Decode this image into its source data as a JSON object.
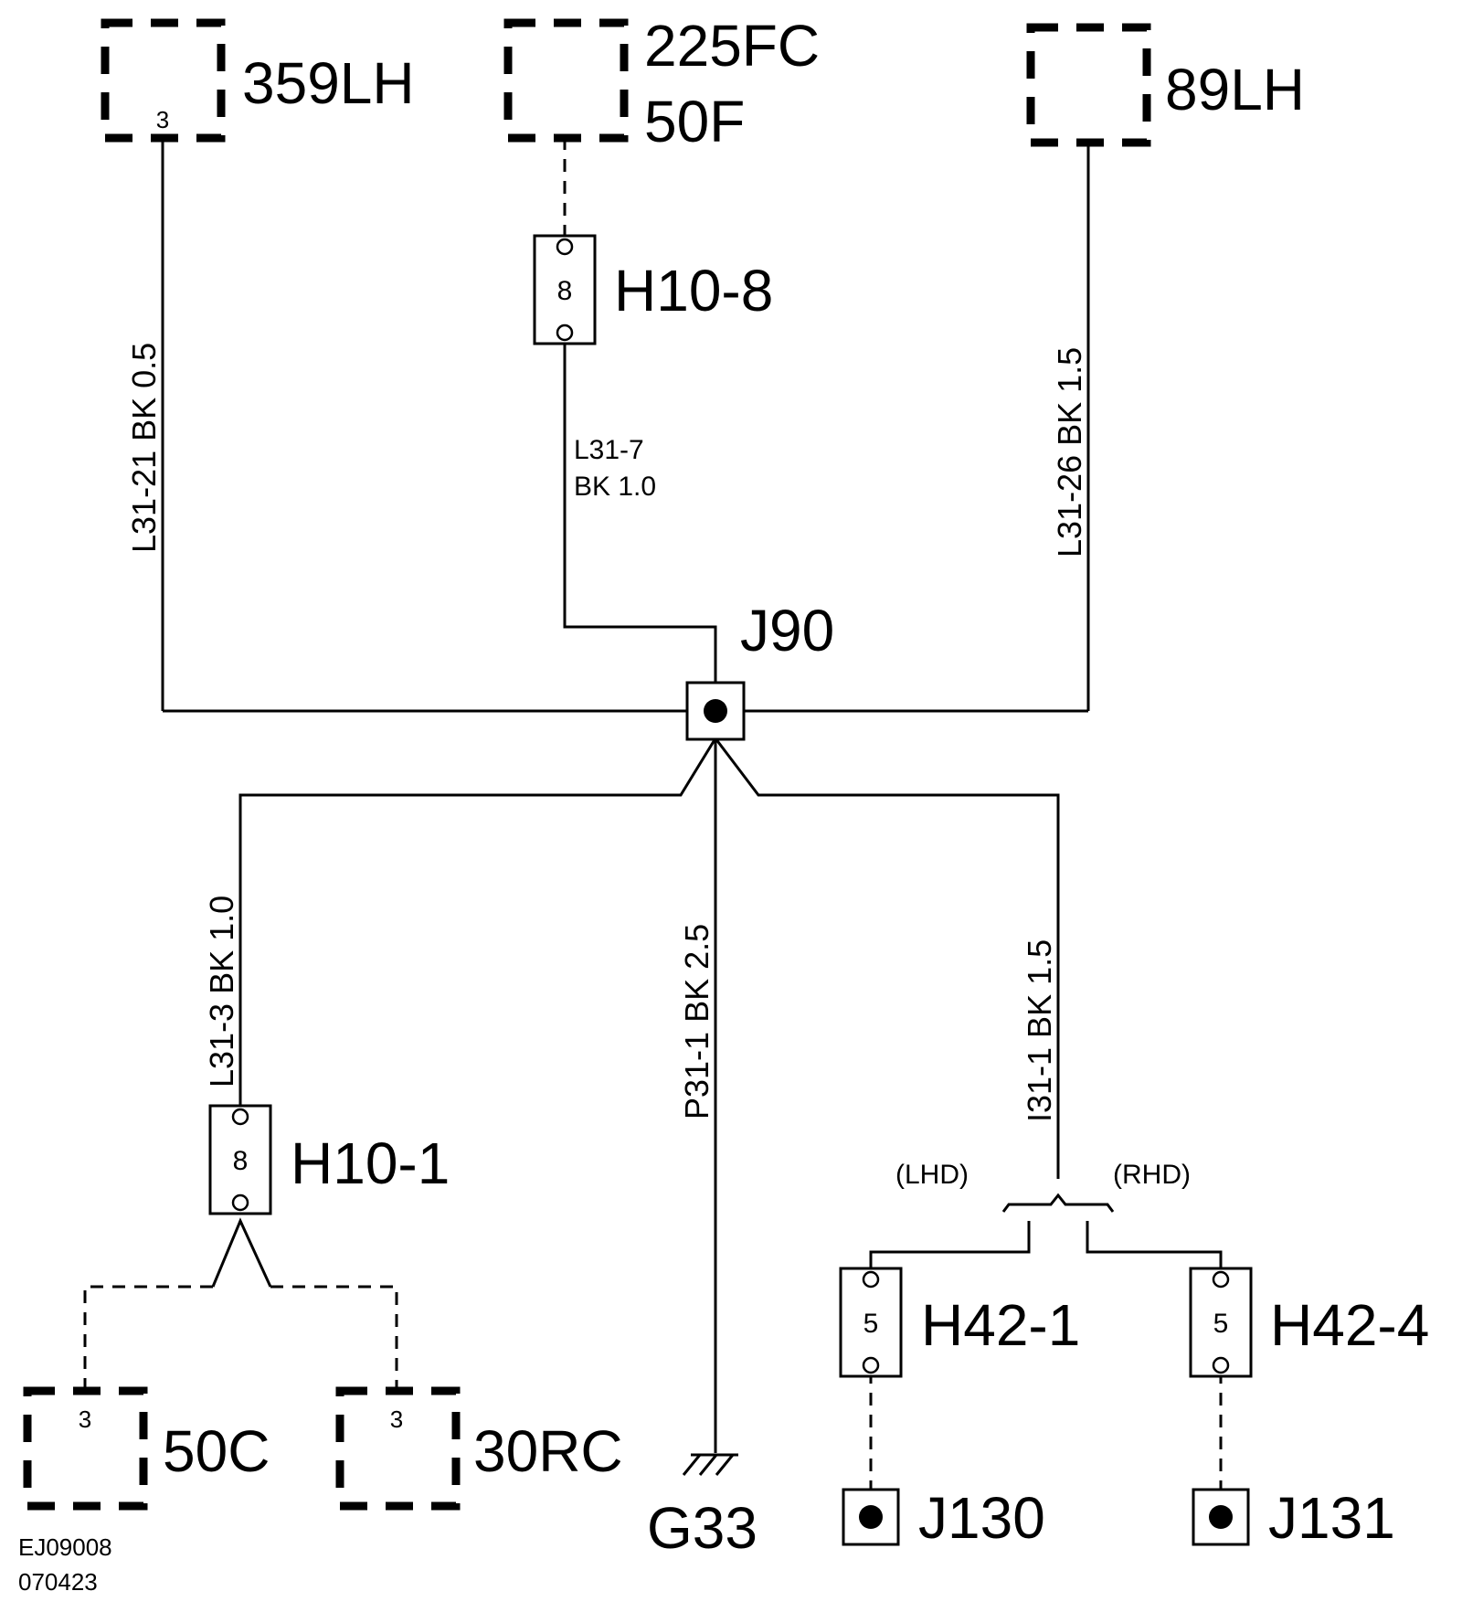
{
  "components": {
    "c359lh": {
      "label": "359LH",
      "pin": "3"
    },
    "c225fc": {
      "label_top": "225FC",
      "label_bottom": "50F"
    },
    "c89lh": {
      "label": "89LH"
    },
    "c50c": {
      "label": "50C",
      "pin": "3"
    },
    "c30rc": {
      "label": "30RC",
      "pin": "3"
    }
  },
  "connectors": {
    "h10_8": {
      "label": "H10-8",
      "pin": "8"
    },
    "h10_1": {
      "label": "H10-1",
      "pin": "8"
    },
    "h42_1": {
      "label": "H42-1",
      "pin": "5"
    },
    "h42_4": {
      "label": "H42-4",
      "pin": "5"
    }
  },
  "splices": {
    "j90": "J90",
    "j130": "J130",
    "j131": "J131"
  },
  "ground": {
    "label": "G33"
  },
  "wires": {
    "l31_21": "L31-21  BK  0.5",
    "l31_7_line1": "L31-7",
    "l31_7_line2": "BK 1.0",
    "l31_26": "L31-26  BK  1.5",
    "l31_3": "L31-3  BK  1.0",
    "p31_1": "P31-1  BK  2.5",
    "i31_1": "I31-1  BK  1.5"
  },
  "options": {
    "lhd": "(LHD)",
    "rhd": "(RHD)"
  },
  "footer": {
    "code": "EJ09008",
    "date": "070423"
  }
}
